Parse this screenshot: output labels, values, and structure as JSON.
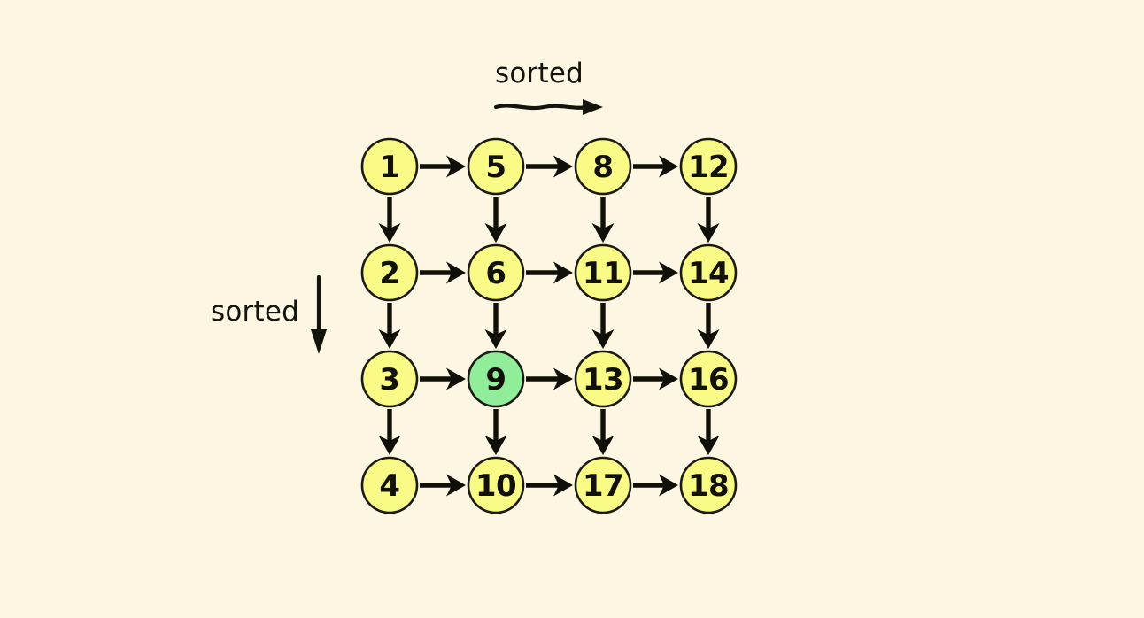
{
  "figure": {
    "background_color": "#FDF6E3",
    "title_none": "",
    "node_fill_default": "#FAFA87",
    "node_fill_highlight": "#90EE9B",
    "node_stroke": "#1A1A12",
    "edge_color": "#100F08",
    "text_color": "#15140C"
  },
  "annotations": {
    "top": {
      "label": "sorted",
      "arrow_direction": "right",
      "arrow_style": "wavy"
    },
    "left": {
      "label": "sorted",
      "arrow_direction": "down",
      "arrow_style": "straight"
    }
  },
  "chart_data": {
    "type": "diagram",
    "title": "",
    "description": "4x4 grid of numbered nodes sorted left-to-right and top-to-bottom, with directed arrows between adjacent nodes",
    "rows": 4,
    "columns": 4,
    "values": [
      [
        1,
        5,
        8,
        12
      ],
      [
        2,
        6,
        11,
        14
      ],
      [
        3,
        9,
        13,
        16
      ],
      [
        4,
        10,
        17,
        18
      ]
    ],
    "highlighted_value": 9,
    "highlighted_cell": {
      "row": 2,
      "col": 1
    },
    "legend": [
      "sorted",
      "sorted"
    ],
    "axis_labels": {
      "horizontal": "sorted",
      "vertical": "sorted"
    },
    "grid": true
  },
  "geometry": {
    "col_x": [
      440,
      560,
      681,
      800
    ],
    "row_y": [
      188,
      308,
      428,
      548
    ],
    "radius": 31
  }
}
